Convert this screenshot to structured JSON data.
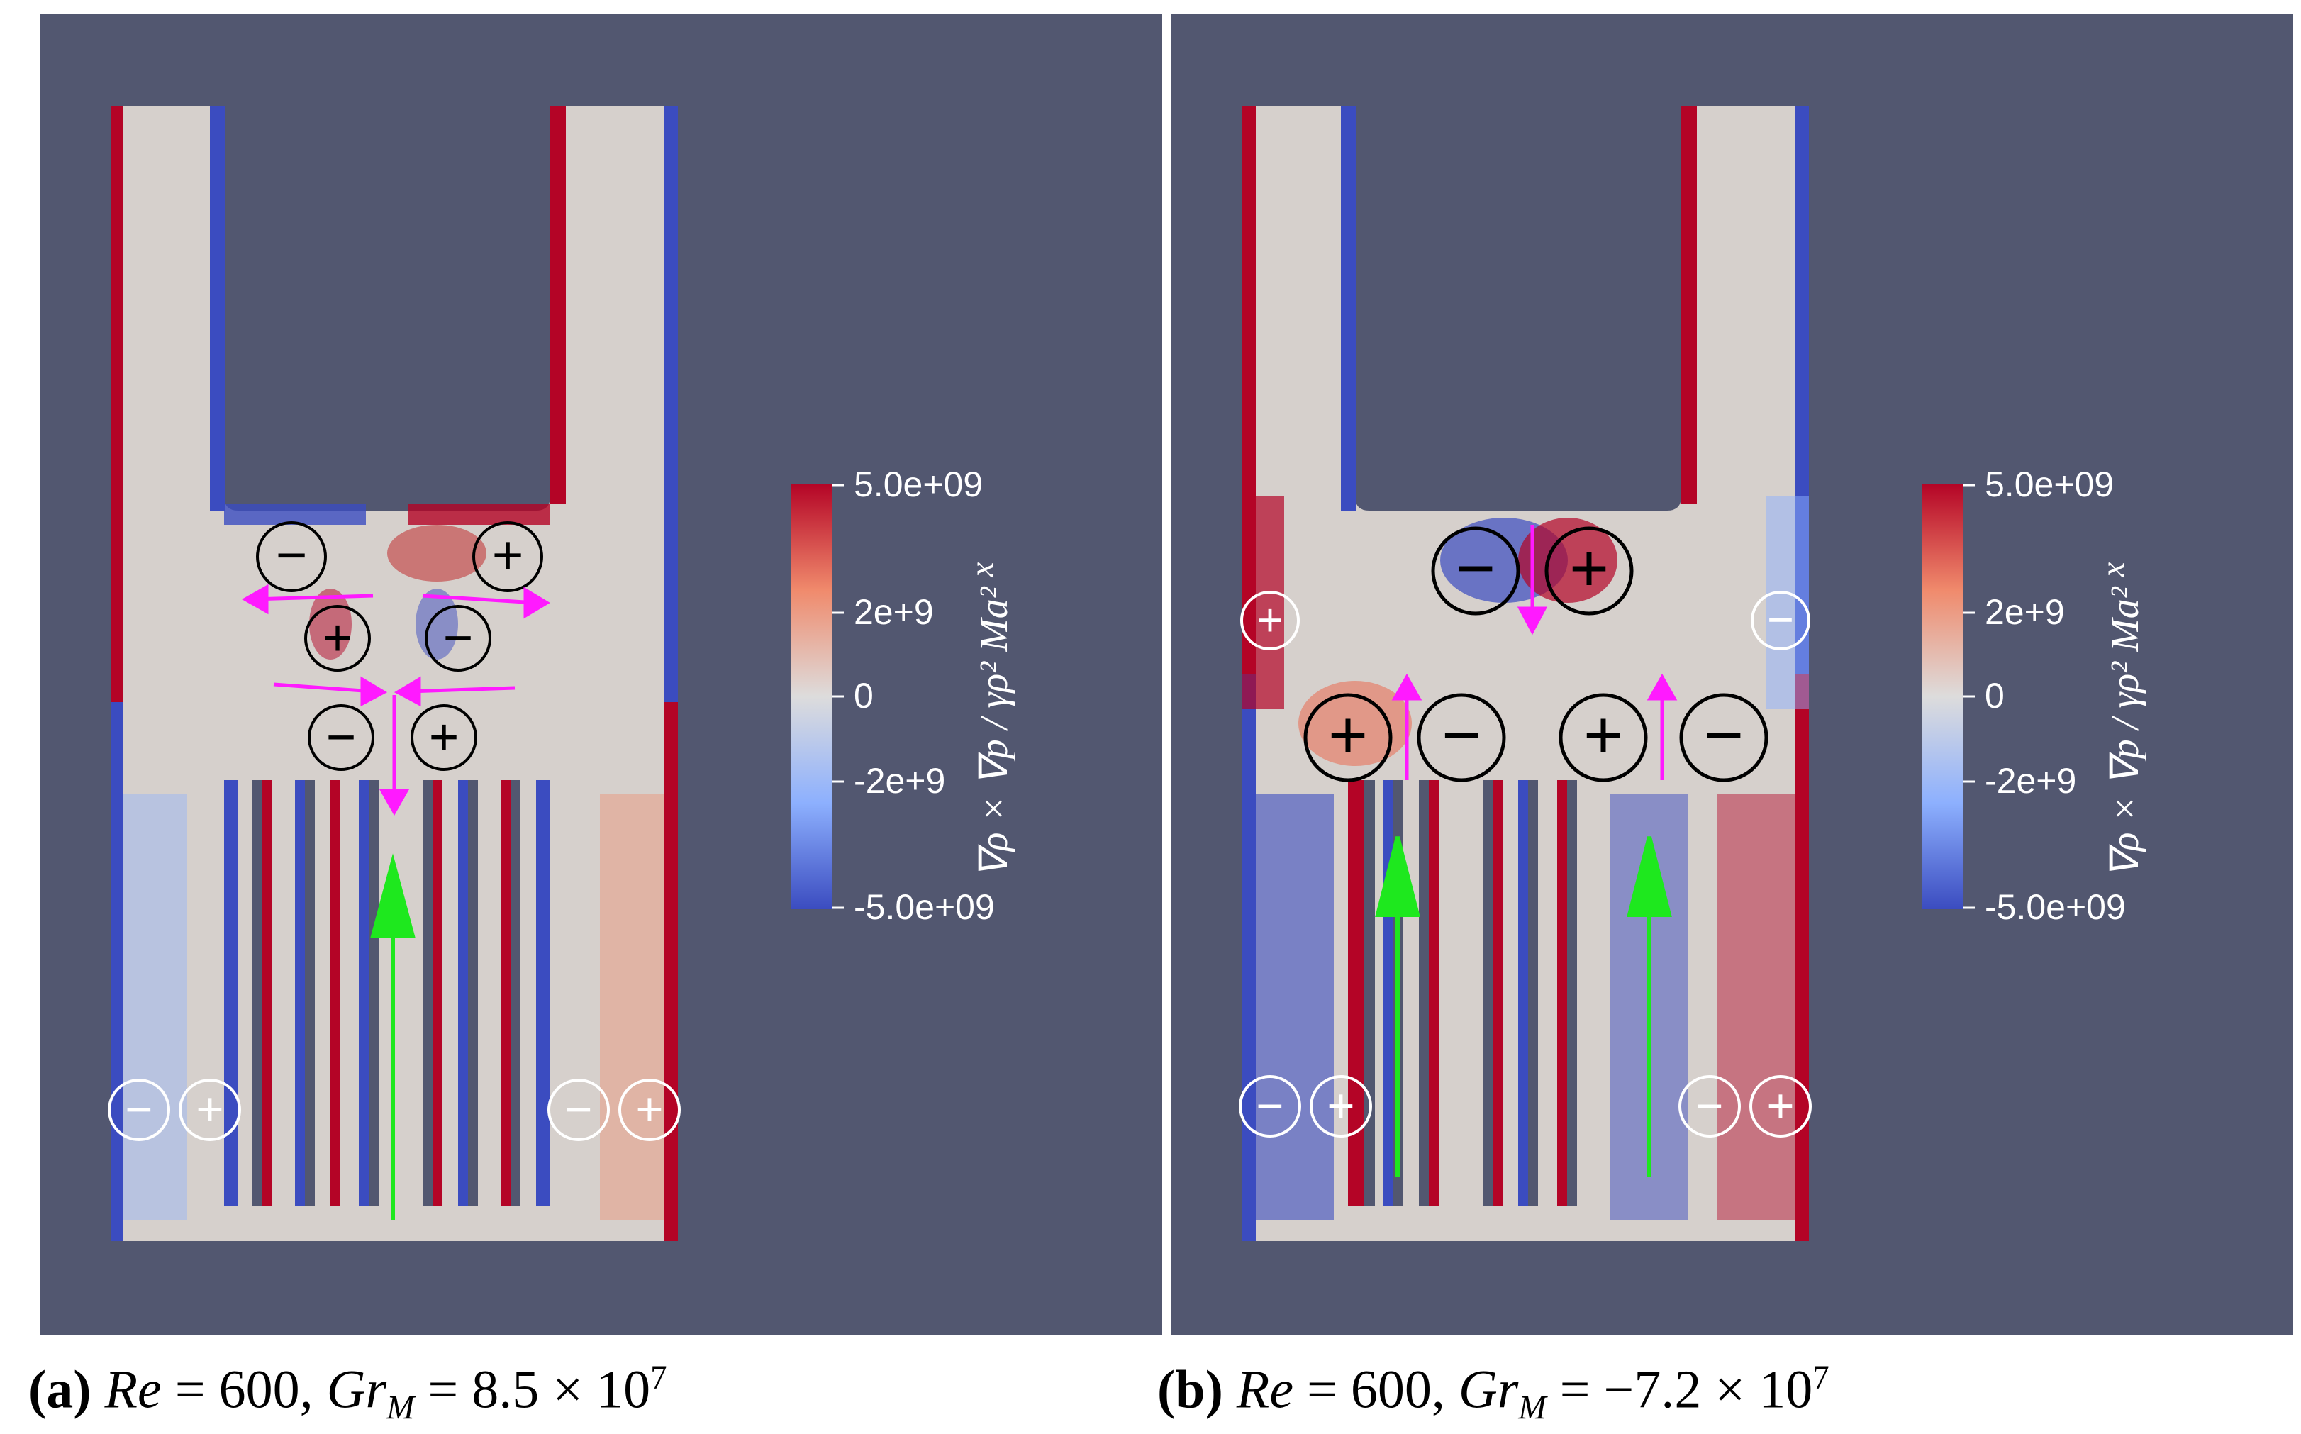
{
  "colorbar": {
    "ticks": [
      "5.0e+09",
      "2e+9",
      "0",
      "-2e+9",
      "-5.0e+09"
    ],
    "label_numerator": "∇ρ × ∇p",
    "label_denominator": "γρ² Ma²",
    "label_superscript": "x",
    "colors": {
      "max": "#b40426",
      "mid": "#dddcdc",
      "min": "#3b4cc0"
    }
  },
  "panels": [
    {
      "id": "a",
      "caption_letter": "(a)",
      "caption_re": "Re",
      "caption_re_value": " = 600, ",
      "caption_gr": "Gr",
      "caption_gr_sub": "M",
      "caption_gr_value": " = 8.5 × 10",
      "caption_gr_exp": "7"
    },
    {
      "id": "b",
      "caption_letter": "(b)",
      "caption_re": "Re",
      "caption_re_value": " = 600, ",
      "caption_gr": "Gr",
      "caption_gr_sub": "M",
      "caption_gr_value": " = −7.2 × 10",
      "caption_gr_exp": "7"
    }
  ],
  "vortex_signs": {
    "plus": "+",
    "minus": "−"
  },
  "arrow_colors": {
    "flow": "#1ee81e",
    "buoyancy": "#ff1aff"
  }
}
